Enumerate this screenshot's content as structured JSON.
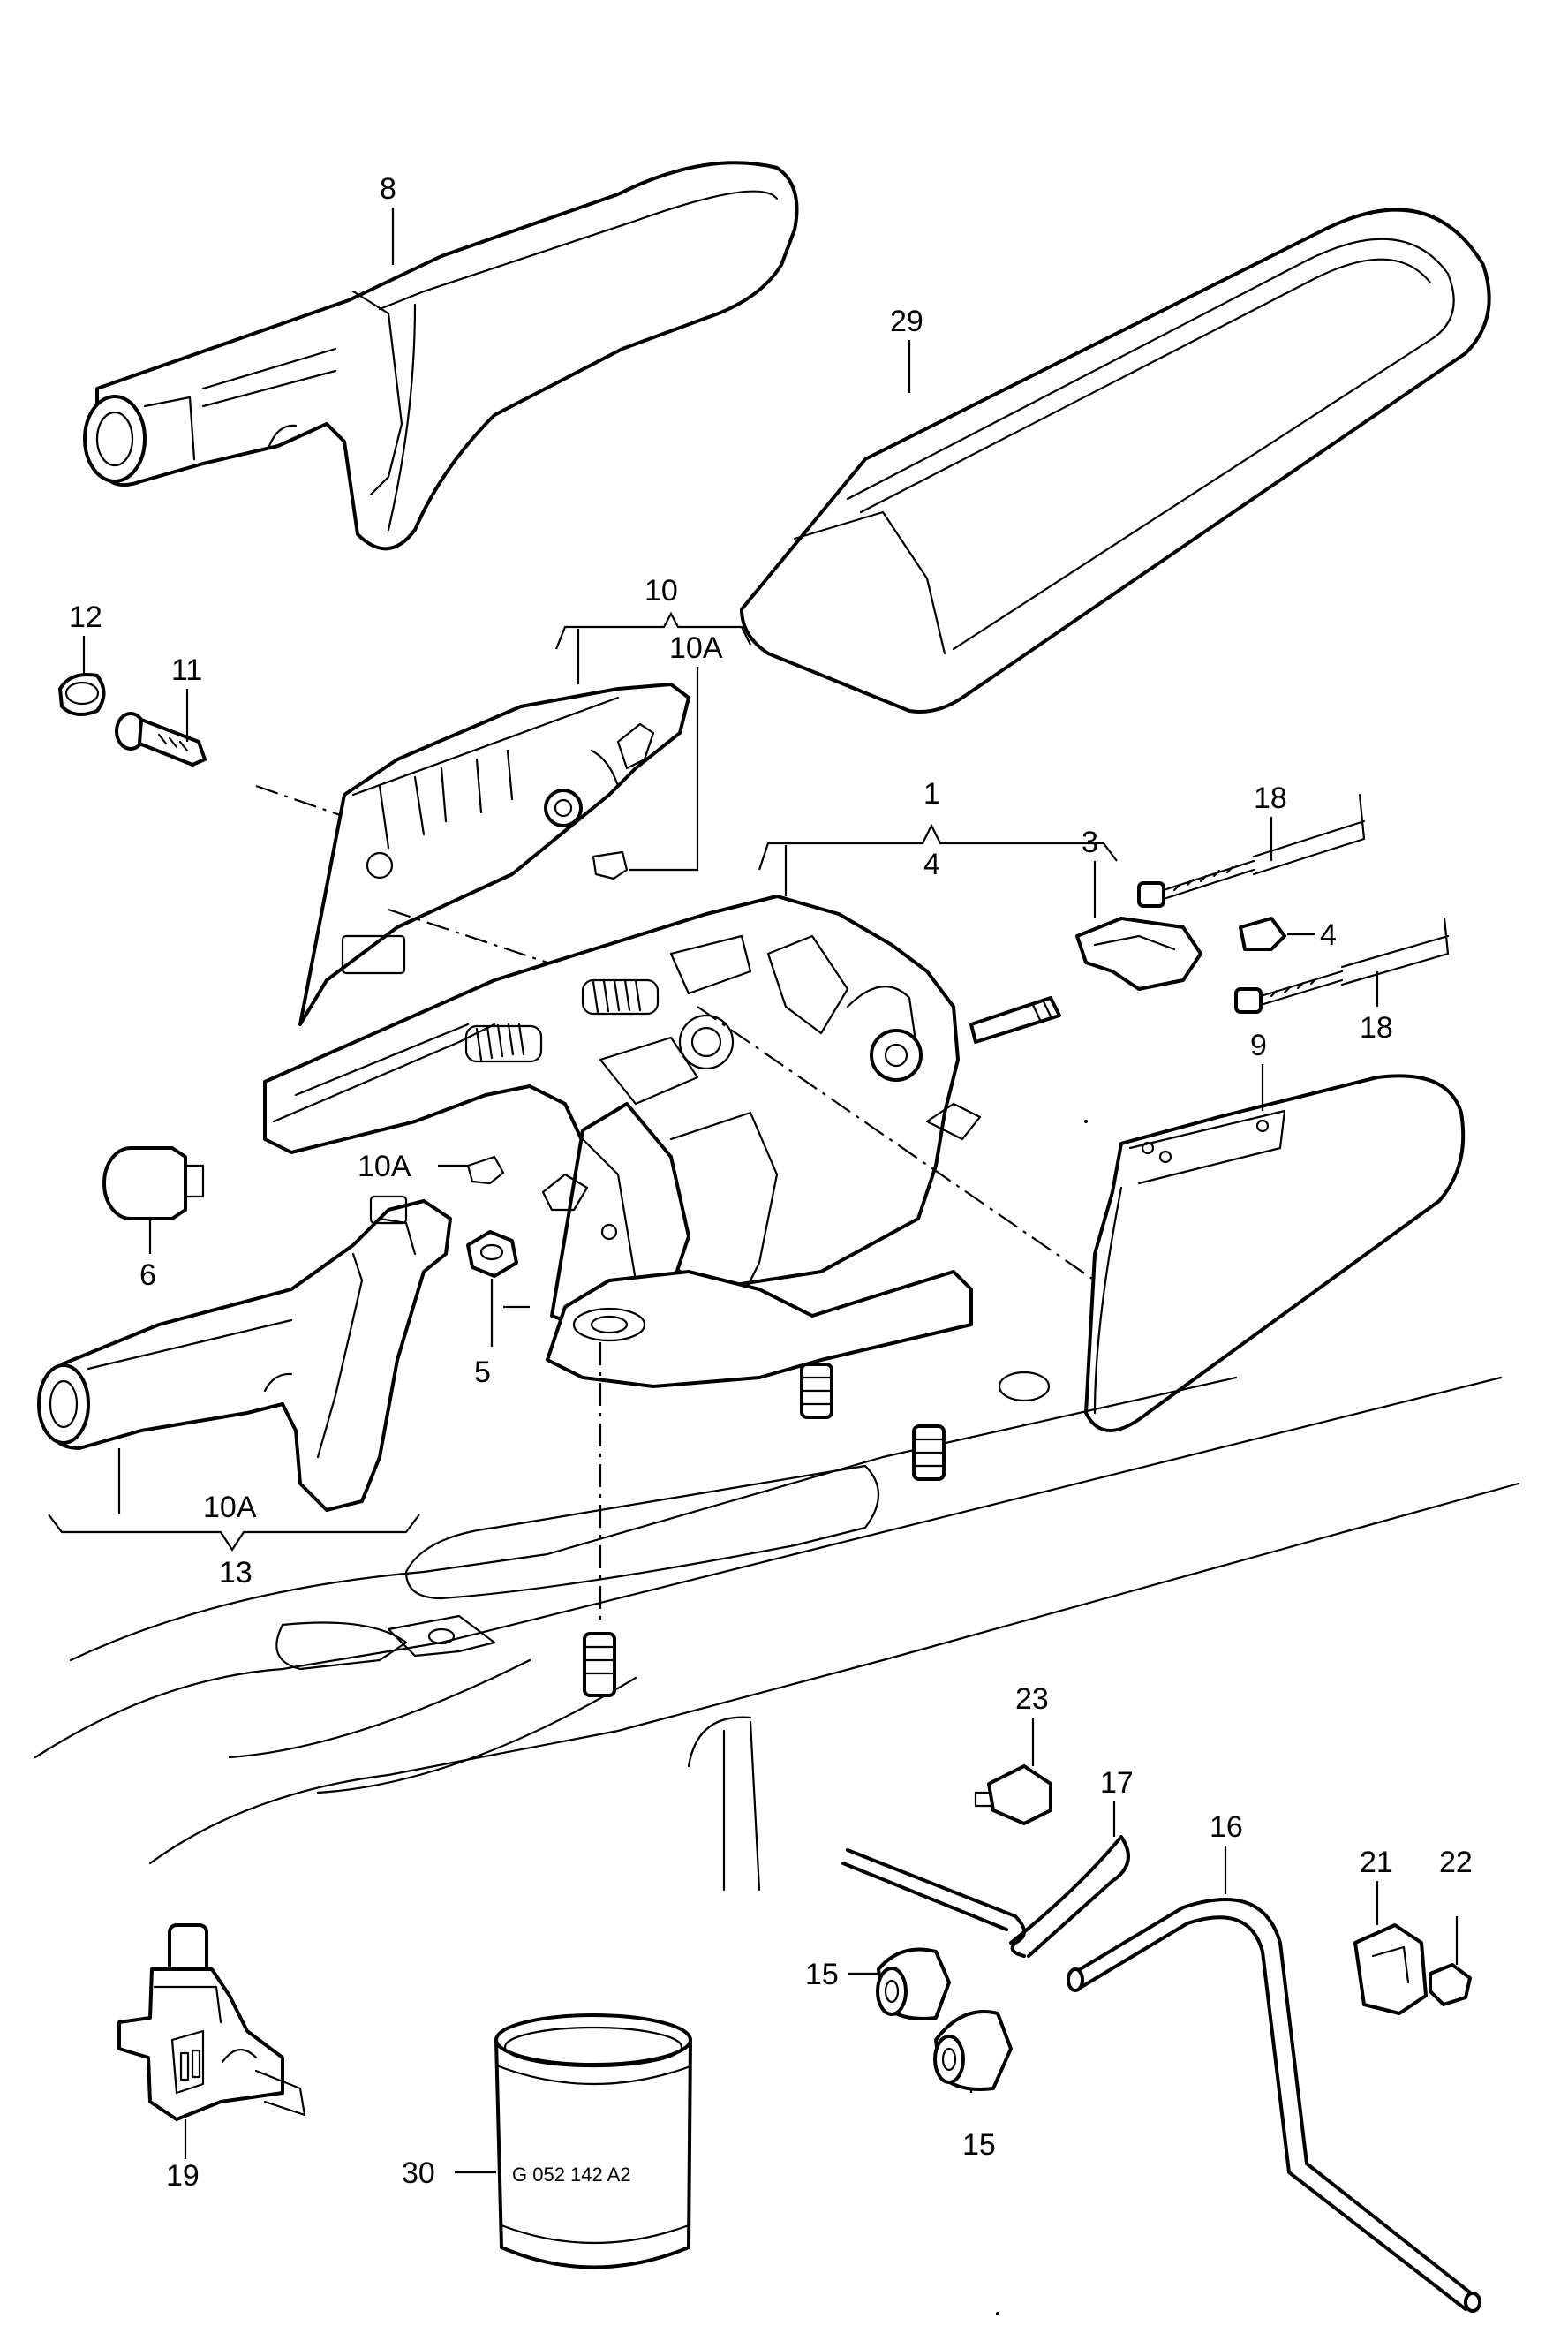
{
  "labels": {
    "l1": "1",
    "l3": "3",
    "l4a": "4",
    "l4b": "4",
    "l5": "5",
    "l6": "6",
    "l8": "8",
    "l9": "9",
    "l10": "10",
    "l10a_top": "10A",
    "l10a_mid": "10A",
    "l10a_bot": "10A",
    "l11": "11",
    "l12": "12",
    "l13": "13",
    "l15a": "15",
    "l15b": "15",
    "l16": "16",
    "l17": "17",
    "l18a": "18",
    "l18b": "18",
    "l19": "19",
    "l21": "21",
    "l22": "22",
    "l23": "23",
    "l29": "29",
    "l30": "30"
  },
  "tube_marking": "G 052 142 A2"
}
